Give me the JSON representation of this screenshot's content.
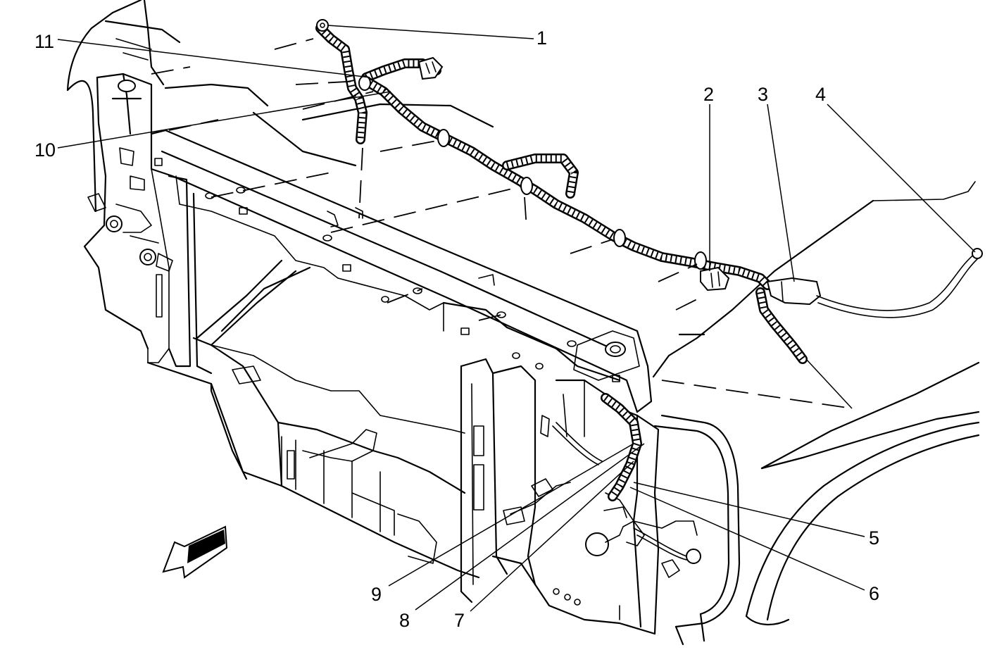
{
  "callouts": [
    {
      "id": "1",
      "text": "1"
    },
    {
      "id": "2",
      "text": "2"
    },
    {
      "id": "3",
      "text": "3"
    },
    {
      "id": "4",
      "text": "4"
    },
    {
      "id": "5",
      "text": "5"
    },
    {
      "id": "6",
      "text": "6"
    },
    {
      "id": "7",
      "text": "7"
    },
    {
      "id": "8",
      "text": "8"
    },
    {
      "id": "9",
      "text": "9"
    },
    {
      "id": "10",
      "text": "10"
    },
    {
      "id": "11",
      "text": "11"
    }
  ],
  "icons": {
    "front_arrow": "front-direction-arrow-icon"
  }
}
